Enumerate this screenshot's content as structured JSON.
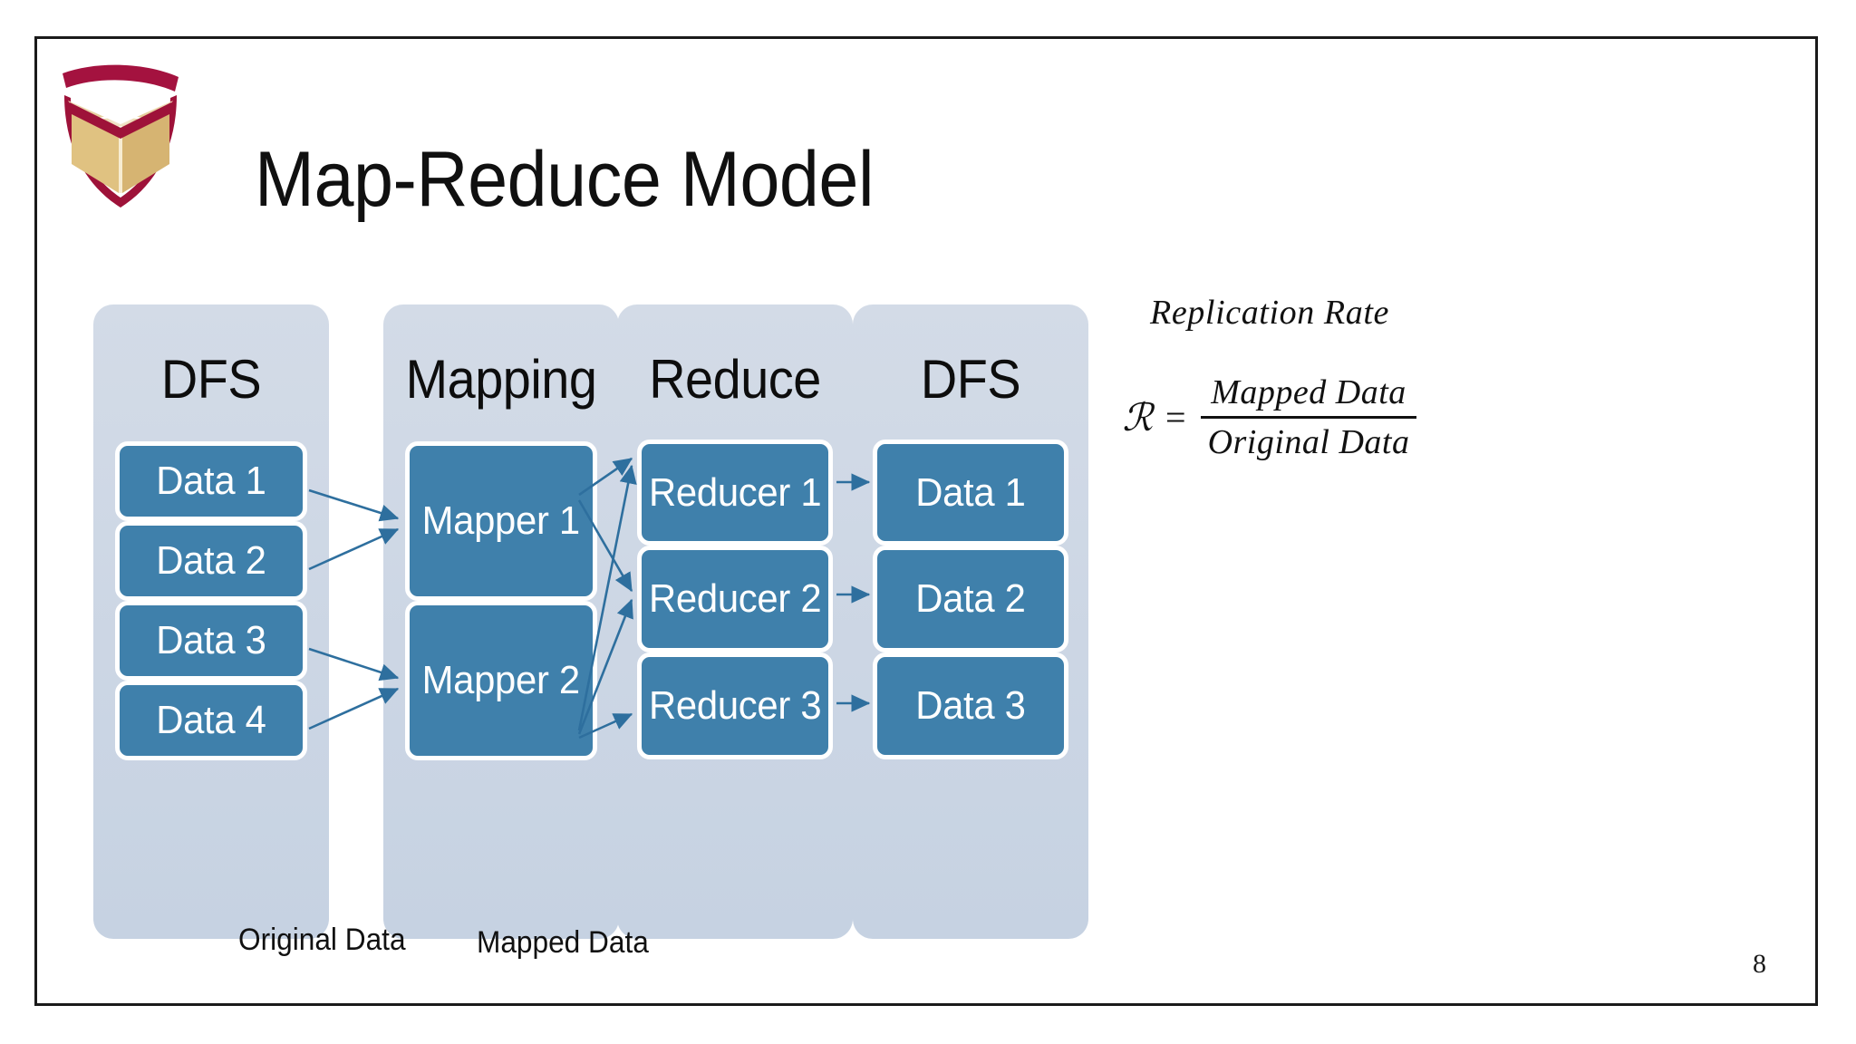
{
  "slide": {
    "title": "Map-Reduce Model",
    "page_number": "8",
    "logo_name": "university-shield-logo"
  },
  "diagram": {
    "columns": [
      {
        "title": "DFS",
        "nodes": [
          {
            "label": "Data 1"
          },
          {
            "label": "Data 2"
          },
          {
            "label": "Data 3"
          },
          {
            "label": "Data 4"
          }
        ]
      },
      {
        "title": "Mapping",
        "nodes": [
          {
            "label": "Mapper 1"
          },
          {
            "label": "Mapper 2"
          }
        ]
      },
      {
        "title": "Reduce",
        "nodes": [
          {
            "label": "Reducer 1"
          },
          {
            "label": "Reducer 2"
          },
          {
            "label": "Reducer 3"
          }
        ]
      },
      {
        "title": "DFS",
        "nodes": [
          {
            "label": "Data 1"
          },
          {
            "label": "Data 2"
          },
          {
            "label": "Data 3"
          }
        ]
      }
    ],
    "captions": {
      "original": "Original Data",
      "mapped": "Mapped Data"
    },
    "colors": {
      "node_fill": "#3f80ab",
      "node_border": "#ffffff",
      "panel_fill": "#ccd6e4",
      "arrow": "#2e6f9e",
      "text_on_node": "#ffffff"
    },
    "edges": [
      {
        "from": "Data 1",
        "to": "Mapper 1"
      },
      {
        "from": "Data 2",
        "to": "Mapper 1"
      },
      {
        "from": "Data 3",
        "to": "Mapper 2"
      },
      {
        "from": "Data 4",
        "to": "Mapper 2"
      },
      {
        "from": "Mapper 1",
        "to": "Reducer 1"
      },
      {
        "from": "Mapper 1",
        "to": "Reducer 2"
      },
      {
        "from": "Mapper 2",
        "to": "Reducer 1"
      },
      {
        "from": "Mapper 2",
        "to": "Reducer 2"
      },
      {
        "from": "Mapper 2",
        "to": "Reducer 3"
      },
      {
        "from": "Reducer 1",
        "to": "Data 1"
      },
      {
        "from": "Reducer 2",
        "to": "Data 2"
      },
      {
        "from": "Reducer 3",
        "to": "Data 3"
      }
    ]
  },
  "formula": {
    "heading": "Replication Rate",
    "lhs": "ℛ",
    "equals": "=",
    "numerator": "Mapped Data",
    "denominator": "Original Data"
  }
}
